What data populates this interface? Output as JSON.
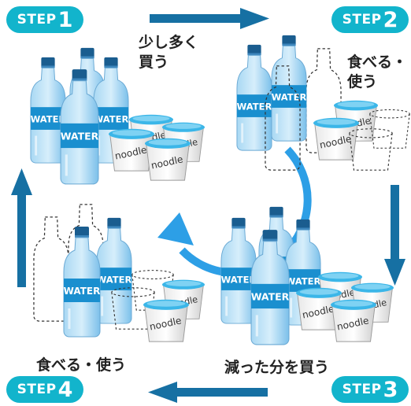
{
  "steps": [
    {
      "word": "STEP",
      "num": "1",
      "caption": [
        "少し多く",
        "買う"
      ]
    },
    {
      "word": "STEP",
      "num": "2",
      "caption": [
        "食べる・",
        "使う"
      ]
    },
    {
      "word": "STEP",
      "num": "3",
      "caption": [
        "減った分を買う"
      ]
    },
    {
      "word": "STEP",
      "num": "4",
      "caption": [
        "食べる・使う"
      ]
    }
  ],
  "labels": {
    "bottle": "WATER",
    "cup": "noodle"
  },
  "colors": {
    "accent": "#12b4cc",
    "arrow": "#1670a3",
    "cycle": "#2d9fe6"
  }
}
